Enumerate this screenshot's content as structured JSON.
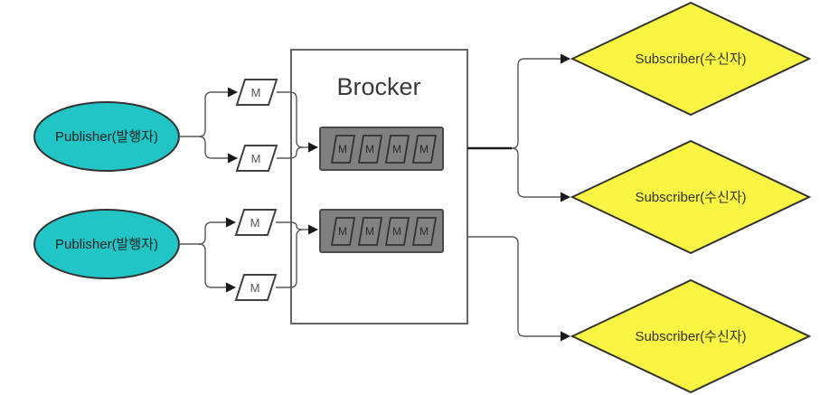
{
  "diagram": {
    "broker": {
      "title": "Brocker"
    },
    "publishers": [
      {
        "label": "Publisher(발행자)"
      },
      {
        "label": "Publisher(발행자)"
      }
    ],
    "subscribers": [
      {
        "label": "Subscriber(수신자)"
      },
      {
        "label": "Subscriber(수신자)"
      },
      {
        "label": "Subscriber(수신자)"
      }
    ],
    "route_messages": [
      {
        "label": "M"
      },
      {
        "label": "M"
      },
      {
        "label": "M"
      },
      {
        "label": "M"
      }
    ],
    "queues": [
      {
        "messages": [
          {
            "label": "M"
          },
          {
            "label": "M"
          },
          {
            "label": "M"
          },
          {
            "label": "M"
          }
        ]
      },
      {
        "messages": [
          {
            "label": "M"
          },
          {
            "label": "M"
          },
          {
            "label": "M"
          },
          {
            "label": "M"
          }
        ]
      }
    ],
    "colors": {
      "publisher_fill": "#21c5c6",
      "subscriber_fill": "#f9f542",
      "queue_fill": "#808080",
      "queue_item_fill": "#828282",
      "broker_border": "#666666",
      "shape_border": "#333333",
      "connector": "#595959",
      "arrow": "#1a1a1a"
    }
  }
}
